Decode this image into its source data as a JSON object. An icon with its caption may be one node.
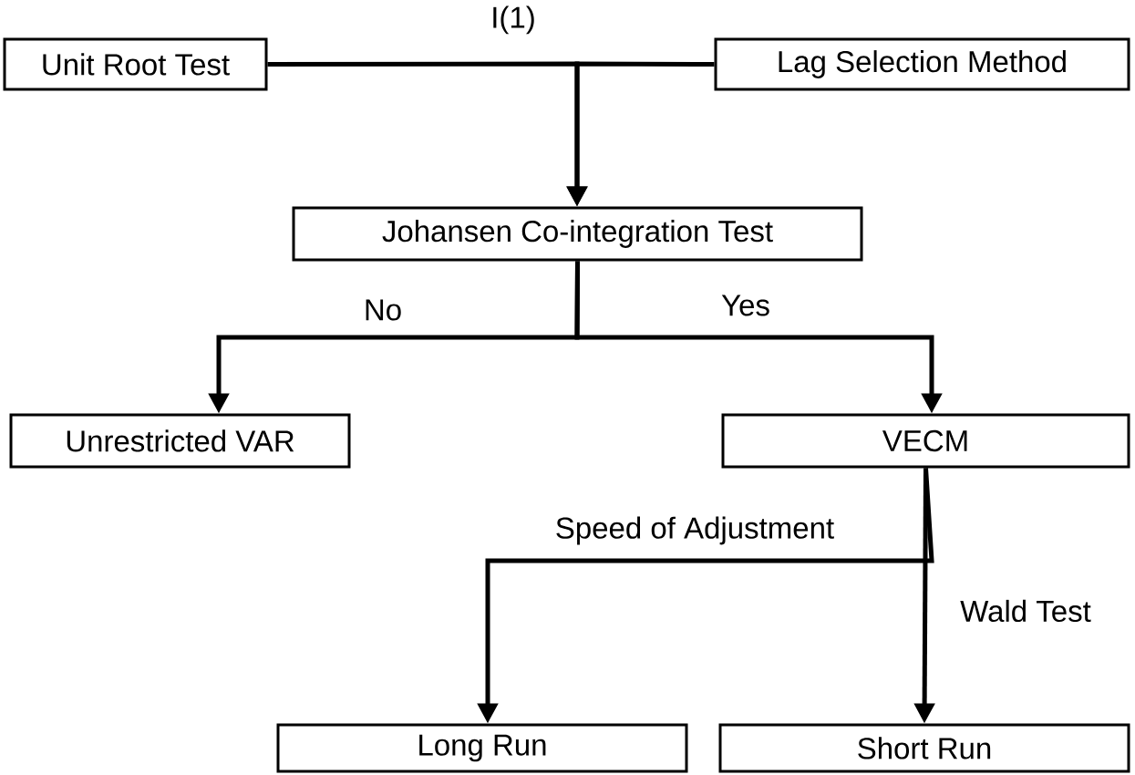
{
  "diagram": {
    "nodes": [
      {
        "text": [
          "Unit Root Test"
        ]
      },
      {
        "text": [
          "Lag Selection Method"
        ]
      },
      {
        "text": [
          "Johansen Co-integration Test"
        ]
      },
      {
        "text": [
          "Unrestricted VAR"
        ]
      },
      {
        "text": [
          "VECM"
        ]
      },
      {
        "text": [
          "Long Run"
        ]
      },
      {
        "text": [
          "Short Run"
        ]
      }
    ],
    "edges": [
      {
        "from": 0,
        "to": 2,
        "arrow": "to",
        "label": "I(1)"
      },
      {
        "from": 1,
        "to": 2,
        "arrow": "to"
      },
      {
        "from": 2,
        "to": 3,
        "arrow": "to",
        "label": "No"
      },
      {
        "from": 2,
        "to": 4,
        "arrow": "to",
        "label": "Yes"
      },
      {
        "from": 4,
        "to": 5,
        "arrow": "to",
        "label": "Speed of Adjustment"
      },
      {
        "from": 4,
        "to": 6,
        "arrow": "to",
        "label": "Wald Test"
      }
    ]
  }
}
